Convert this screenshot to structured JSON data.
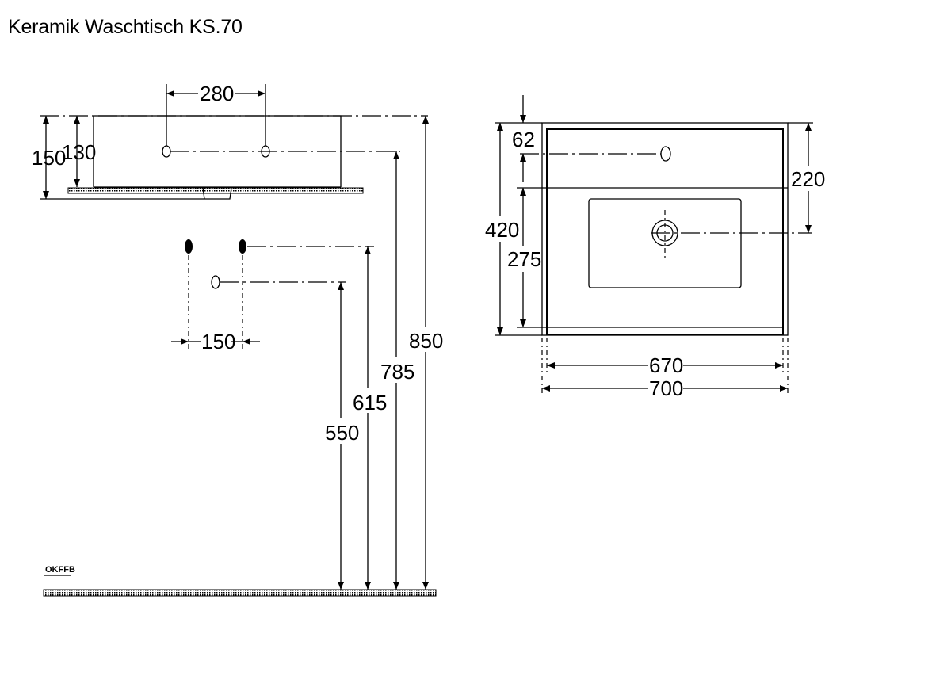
{
  "title": "Keramik Waschtisch KS.70",
  "floor_label": "OKFFB",
  "dims": {
    "d280": "280",
    "d150_height": "150",
    "d130": "130",
    "d150_spacing": "150",
    "d550": "550",
    "d615": "615",
    "d785": "785",
    "d850": "850",
    "d62": "62",
    "d220": "220",
    "d420": "420",
    "d275": "275",
    "d670": "670",
    "d700": "700"
  }
}
